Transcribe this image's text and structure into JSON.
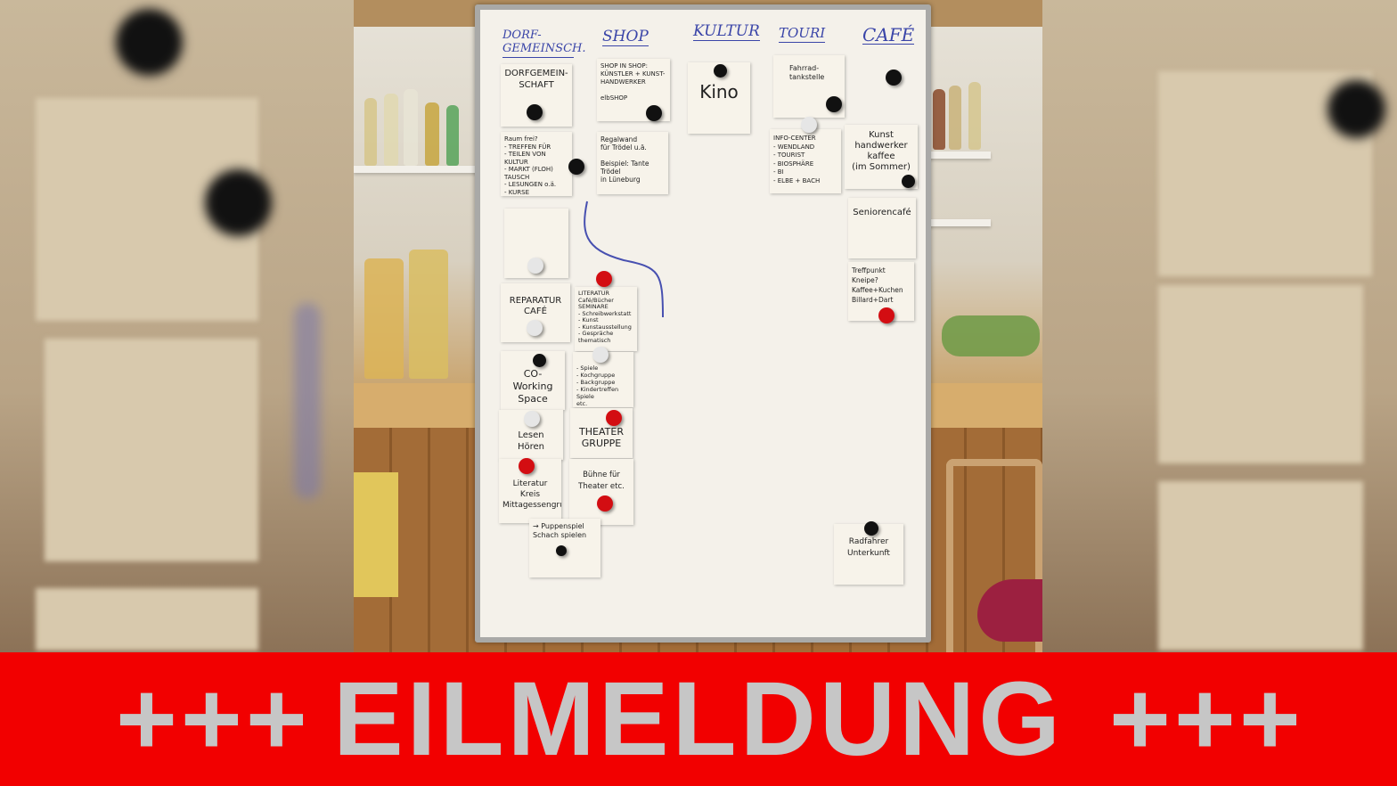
{
  "whiteboard": {
    "columns": [
      "DORF-GEMEINSCH.",
      "SHOP",
      "KULTUR",
      "TOURI",
      "CAFÉ"
    ],
    "notes": [
      {
        "text": "DORFGEMEIN-\nSCHAFT",
        "magnet": "black"
      },
      {
        "text": "SHOP IN SHOP:\nKÜNSTLER + KUNST-\nHANDWERKER\n\nelbSHOP",
        "magnet": "black"
      },
      {
        "text": "Kino",
        "magnet": "black"
      },
      {
        "text": "Fahrrad-\ntankstelle",
        "magnet": "black"
      },
      {
        "text": "Raum frei?\n- TREFFEN FÜR\n- TEILEN VON\n  KULTUR\n- MARKT (FLOH)\n  TAUSCH\n- LESUNGEN o.ä.\n- KURSE",
        "magnet": "black"
      },
      {
        "text": "Regalwand\nfür Trödel u.ä.\n\nBeispiel: Tante Trödel\nin Lüneburg",
        "magnet": "none"
      },
      {
        "text": "INFO-CENTER\n- WENDLAND\n- TOURIST\n- BIOSPHÄRE\n- BI\n- ELBE + BACH",
        "magnet": "white"
      },
      {
        "text": "Kunst\nhandwerker\nkaffee\n(im Sommer)",
        "magnet": "black"
      },
      {
        "text": "Seniorencafé",
        "magnet": "none"
      },
      {
        "text": "Treffpunkt\nKneipe?\nKaffee+Kuchen\nBillard+Dart",
        "magnet": "red"
      },
      {
        "text": "REPARATUR\nCAFÉ",
        "magnet": "white"
      },
      {
        "text": "LITERATUR\nCafé/Bücher\nSEMINARE\n- Schreibwerkstatt\n- Kunst\n- Kunstausstellung\n- Gespräche\n  thematisch",
        "magnet": "red"
      },
      {
        "text": "CO-\nWorking\nSpace",
        "magnet": "black"
      },
      {
        "text": "- Spiele\n- Kochgruppe\n- Backgruppe\n- Kindertreffen\n  Spiele\n  etc.",
        "magnet": "white"
      },
      {
        "text": "Lesen\nHören",
        "magnet": "white"
      },
      {
        "text": "THEATER\nGRUPPE",
        "magnet": "red"
      },
      {
        "text": "Literatur\nKreis\nMittagessengruppe",
        "magnet": "red"
      },
      {
        "text": "Bühne für\nTheater etc.",
        "magnet": "red"
      },
      {
        "text": "→ Puppenspiel\nSchach spielen",
        "magnet": "black"
      },
      {
        "text": "Radfahrer\nUnterkunft",
        "magnet": "black"
      }
    ]
  },
  "banner": {
    "left": "+++",
    "title": "EILMELDUNG",
    "right": "+++",
    "background": "#f20000",
    "text_color": "#c6c6c6"
  }
}
